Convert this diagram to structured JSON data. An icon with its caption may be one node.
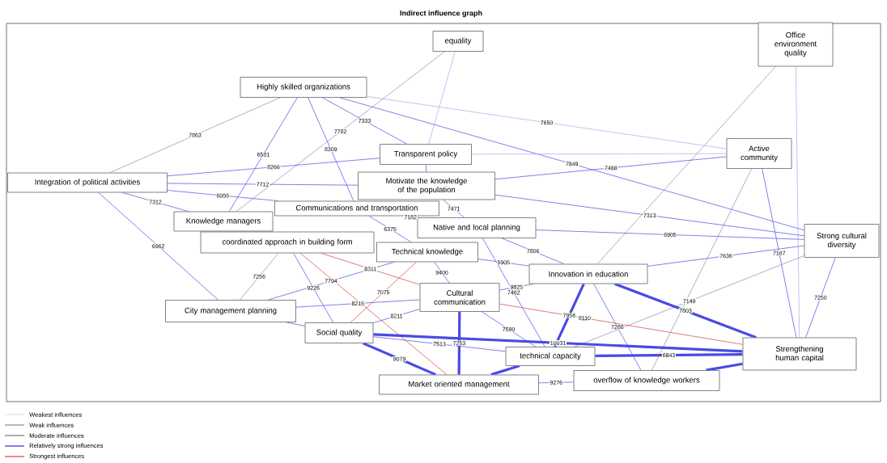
{
  "diagram": {
    "title": "Indirect influence graph",
    "nodes": [
      {
        "text": [
          "equality"
        ]
      },
      {
        "text": [
          "Office environment quality"
        ]
      },
      {
        "text": [
          "Highly skilled organizations"
        ]
      },
      {
        "text": [
          "Transparent policy"
        ]
      },
      {
        "text": [
          "Active community"
        ]
      },
      {
        "text": [
          "Integration of political activities"
        ]
      },
      {
        "text": [
          "Motivate the knowledge of the population"
        ]
      },
      {
        "text": [
          "Communications and transportation"
        ]
      },
      {
        "text": [
          "Knowledge managers"
        ]
      },
      {
        "text": [
          "Native and local planning"
        ]
      },
      {
        "text": [
          "Strong cultural diversity"
        ]
      },
      {
        "text": [
          "coordinated approach in building form"
        ]
      },
      {
        "text": [
          "Technical knowledge"
        ]
      },
      {
        "text": [
          "Innovation in education"
        ]
      },
      {
        "text": [
          "Cultural communication"
        ]
      },
      {
        "text": [
          "City management planning"
        ]
      },
      {
        "text": [
          "Social quality"
        ]
      },
      {
        "text": [
          "technical capacity"
        ]
      },
      {
        "text": [
          "Strengthening human capital"
        ]
      },
      {
        "text": [
          "Market oriented management"
        ]
      },
      {
        "text": [
          "overflow of knowledge workers"
        ]
      }
    ],
    "edges": [
      {
        "from": 2,
        "to": 5,
        "arrow": "none",
        "color": "#8c8ca8",
        "label": "7863"
      },
      {
        "from": 0,
        "to": 3,
        "arrow": "none",
        "color": "#a8a8e8"
      },
      {
        "from": 0,
        "to": 8,
        "arrow": "none",
        "color": "#8c8ca8",
        "label": "7782"
      },
      {
        "from": 1,
        "to": 18,
        "arrow": "none",
        "color": "#a8a8e8"
      },
      {
        "from": 1,
        "to": 13,
        "arrow": "none",
        "color": "#8c8ca8"
      },
      {
        "from": 4,
        "to": 18,
        "arrow": "none",
        "label": "7167"
      },
      {
        "from": 4,
        "to": 20,
        "arrow": "none",
        "color": "#8c8ca8"
      },
      {
        "from": 10,
        "to": 18,
        "arrow": "none",
        "label": "7250"
      },
      {
        "from": 10,
        "to": 17,
        "arrow": "none",
        "color": "#8c8ca8",
        "label": "7149"
      },
      {
        "from": 2,
        "to": 4,
        "arrow": "none",
        "color": "#a8a8e8",
        "label": "7650"
      },
      {
        "from": 2,
        "to": 3,
        "arrow": "none",
        "label": "7333"
      },
      {
        "from": 2,
        "to": 7,
        "arrow": "none",
        "label": "8309"
      },
      {
        "from": 2,
        "to": 8,
        "arrow": "none",
        "label": "6581"
      },
      {
        "from": 2,
        "to": 10,
        "arrow": "none",
        "label": "7849"
      },
      {
        "from": 6,
        "to": 10,
        "arrow": "none",
        "label": "7313"
      },
      {
        "from": 6,
        "to": 4,
        "arrow": "none",
        "label": "7488"
      },
      {
        "from": 6,
        "to": 9,
        "arrow": "none",
        "label": "7471"
      },
      {
        "from": 3,
        "to": 4,
        "arrow": "none",
        "color": "#a8a8e8"
      },
      {
        "from": 5,
        "to": 3,
        "arrow": "none",
        "label": "8266"
      },
      {
        "from": 5,
        "to": 6,
        "arrow": "none",
        "label": "7712"
      },
      {
        "from": 5,
        "to": 7,
        "arrow": "none",
        "label": "6055"
      },
      {
        "from": 5,
        "to": 8,
        "arrow": "none",
        "label": "7312"
      },
      {
        "from": 5,
        "to": 15,
        "arrow": "none",
        "label": "6962"
      },
      {
        "from": 3,
        "to": 6,
        "arrow": "none"
      },
      {
        "from": 7,
        "to": 12,
        "arrow": "none",
        "label": "6375"
      },
      {
        "from": 7,
        "to": 9,
        "arrow": "none",
        "label": "7182"
      },
      {
        "from": 9,
        "to": 13,
        "arrow": "none",
        "label": "7806"
      },
      {
        "from": 9,
        "to": 17,
        "arrow": "none",
        "label": "7462"
      },
      {
        "from": 12,
        "to": 13,
        "arrow": "none",
        "label": "5905"
      },
      {
        "from": 12,
        "to": 14,
        "arrow": "none",
        "label": "9400"
      },
      {
        "from": 11,
        "to": 14,
        "arrow": "none",
        "color": "#e03c3c",
        "label": "8311"
      },
      {
        "from": 11,
        "to": 19,
        "arrow": "none",
        "color": "#e03c3c"
      },
      {
        "from": 14,
        "to": 18,
        "arrow": "none",
        "color": "#e03c3c",
        "label": "8110"
      },
      {
        "from": 14,
        "to": 19,
        "arrow": "none",
        "style": "thick",
        "label": "7253"
      },
      {
        "from": 13,
        "to": 18,
        "arrow": "none",
        "style": "thick",
        "label": "7803"
      },
      {
        "from": 13,
        "to": 17,
        "arrow": "none",
        "style": "thick",
        "label": "7956"
      },
      {
        "from": 16,
        "to": 18,
        "arrow": "none",
        "style": "thick",
        "label": "10031"
      },
      {
        "from": 17,
        "to": 18,
        "arrow": "none",
        "style": "thick",
        "label": "6843"
      },
      {
        "from": 19,
        "to": 20,
        "arrow": "none",
        "label": "9276"
      },
      {
        "from": 16,
        "to": 19,
        "arrow": "none",
        "style": "thick",
        "label": "9079"
      },
      {
        "from": 15,
        "to": 16,
        "arrow": "none"
      },
      {
        "from": 11,
        "to": 16,
        "arrow": "none",
        "label": "9226"
      },
      {
        "from": 11,
        "to": 15,
        "arrow": "none",
        "color": "#8c8ca8",
        "label": "7256"
      },
      {
        "from": 16,
        "to": 14,
        "arrow": "none",
        "label": "8211"
      },
      {
        "from": 19,
        "to": 17,
        "arrow": "none",
        "style": "thick"
      },
      {
        "from": 15,
        "to": 12,
        "arrow": "none",
        "label": "7794"
      },
      {
        "from": 15,
        "to": 14,
        "arrow": "none",
        "label": "8215"
      },
      {
        "from": 20,
        "to": 18,
        "arrow": "none",
        "style": "thick"
      },
      {
        "from": 13,
        "to": 14,
        "arrow": "none",
        "label": "9825"
      },
      {
        "from": 12,
        "to": 16,
        "arrow": "none",
        "color": "#e03c3c",
        "label": "7075"
      },
      {
        "from": 20,
        "to": 13,
        "arrow": "none",
        "label": "7288"
      },
      {
        "from": 16,
        "to": 17,
        "arrow": "none",
        "label": "7513"
      },
      {
        "from": 13,
        "to": 10,
        "arrow": "none",
        "label": "7636"
      },
      {
        "from": 9,
        "to": 10,
        "arrow": "none",
        "label": "6905"
      },
      {
        "from": 14,
        "to": 17,
        "arrow": "none",
        "label": "7590"
      }
    ],
    "legend": [
      {
        "text": "Weakest influences"
      },
      {
        "text": "Weak influences"
      },
      {
        "text": "Moderate influences"
      },
      {
        "text": "Relatively strong influences"
      },
      {
        "text": "Strongest influences"
      }
    ]
  }
}
